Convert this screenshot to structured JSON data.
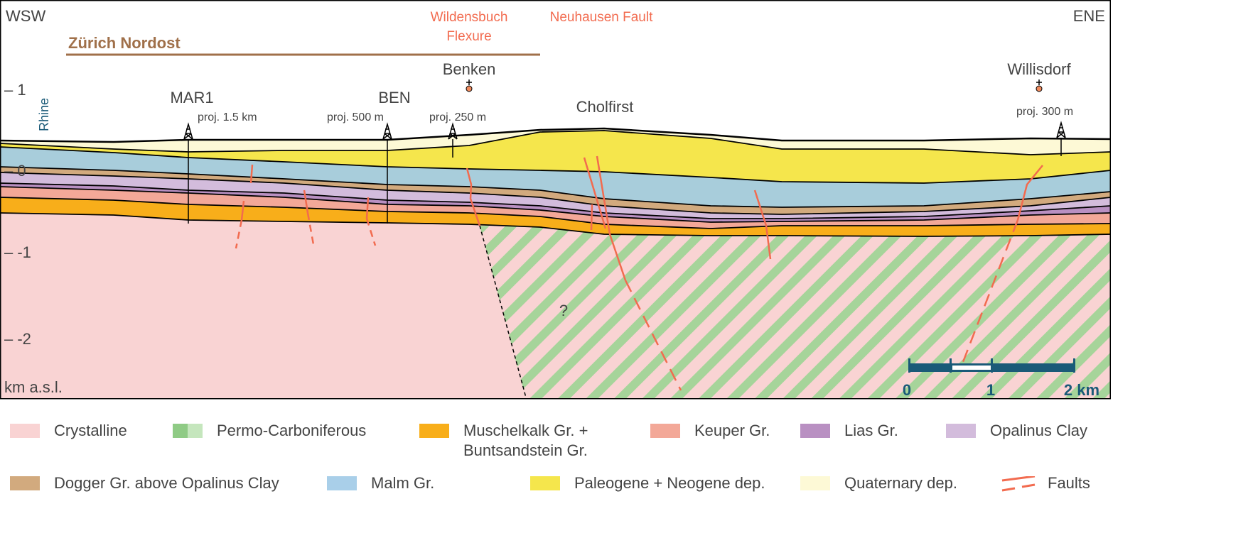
{
  "orientation": {
    "left": "WSW",
    "right": "ENE"
  },
  "region": {
    "label": "Zürich Nordost",
    "color": "#a0704a"
  },
  "structures": {
    "wildensbuch_line1": "Wildensbuch",
    "wildensbuch_line2": "Flexure",
    "neuhausen": "Neuhausen Fault"
  },
  "boreholes": [
    {
      "name": "Benken"
    },
    {
      "name": "Willisdorf"
    }
  ],
  "wells": [
    {
      "name": "MAR1",
      "projection": "proj. 1.5 km"
    },
    {
      "name": "BEN",
      "projection": "proj. 500 m"
    },
    {
      "name": "",
      "projection": "proj. 250 m"
    },
    {
      "name": "",
      "projection": "proj. 300 m"
    }
  ],
  "places": {
    "river": "Rhine",
    "hill": "Cholfirst",
    "unknown": "?"
  },
  "axis": {
    "unit": "km a.s.l.",
    "ticks": [
      "1",
      "0",
      "-1",
      "-2"
    ]
  },
  "scale_bar": {
    "labels": [
      "0",
      "1",
      "2 km"
    ],
    "color": "#1a5a78"
  },
  "legend": [
    {
      "label": "Crystalline",
      "color": "#f9d3d3"
    },
    {
      "label": "Permo-Carboniferous",
      "color": "#8fcb85",
      "color2": "#c5e6bd"
    },
    {
      "label": "Muschelkalk Gr. +",
      "label2": "Buntsandstein Gr.",
      "color": "#f8ae1a"
    },
    {
      "label": "Keuper Gr.",
      "color": "#f3a898"
    },
    {
      "label": "Lias Gr.",
      "color": "#b990c2"
    },
    {
      "label": "Opalinus Clay",
      "color": "#d3bcdc"
    },
    {
      "label": "Dogger Gr. above Opalinus Clay",
      "color": "#d2aa7e"
    },
    {
      "label": "Malm Gr.",
      "color": "#a9cfe9"
    },
    {
      "label": "Paleogene + Neogene dep.",
      "color": "#f5e64c"
    },
    {
      "label": "Quaternary dep.",
      "color": "#fdf9d6"
    },
    {
      "label": "Faults",
      "color": "#f26b4f"
    }
  ]
}
